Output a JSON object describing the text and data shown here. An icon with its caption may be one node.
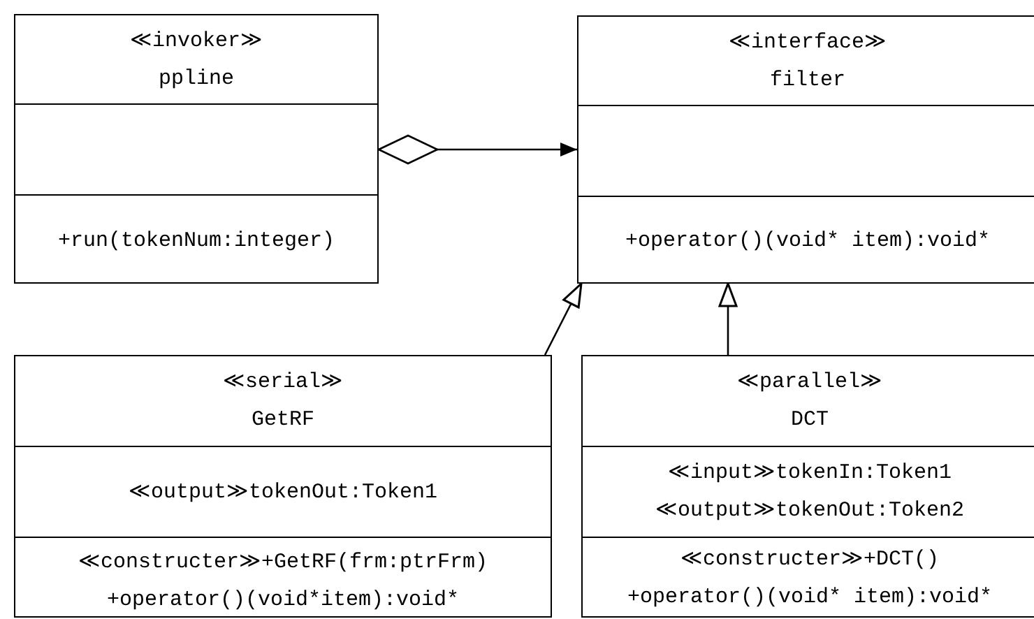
{
  "diagram": {
    "nodes": [
      {
        "text": [
          "≪invoker≫",
          "ppline",
          "+run(tokenNum:integer)"
        ]
      },
      {
        "text": [
          "≪interface≫",
          "filter",
          "+operator()(void* item):void*"
        ]
      },
      {
        "text": [
          "≪serial≫",
          "GetRF",
          "≪output≫tokenOut:Token1",
          "≪constructer≫+GetRF(frm:ptrFrm)",
          "+operator()(void*item):void*"
        ]
      },
      {
        "text": [
          "≪parallel≫",
          "DCT",
          "≪input≫tokenIn:Token1",
          "≪output≫tokenOut:Token2",
          "≪constructer≫+DCT()",
          "+operator()(void* item):void*"
        ]
      }
    ],
    "edges": [
      {
        "from": 0,
        "to": 1,
        "arrow": "to"
      },
      {
        "from": 2,
        "to": 1,
        "arrow": "to"
      },
      {
        "from": 3,
        "to": 1,
        "arrow": "to"
      }
    ]
  }
}
